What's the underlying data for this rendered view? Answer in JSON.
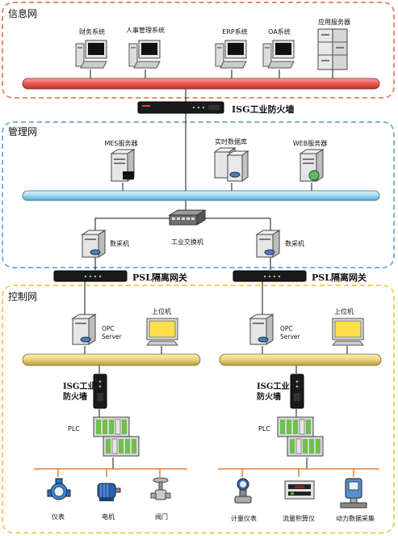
{
  "zones": {
    "info": {
      "title": "信息网"
    },
    "mgmt": {
      "title": "管理网"
    },
    "ctrl": {
      "title": "控制网"
    }
  },
  "info_net": {
    "nodes": [
      "财务系统",
      "人事管理系统",
      "ERP系统",
      "OA系统",
      "应用服务器"
    ]
  },
  "isg_main": {
    "label": "ISG工业防火墙"
  },
  "mgmt_net": {
    "nodes": [
      "MES服务器",
      "实时数据库",
      "WEB服务器"
    ],
    "switch": "工业交换机",
    "collectors": [
      "数采机",
      "数采机"
    ]
  },
  "psl": {
    "left": "PSL隔离网关",
    "right": "PSL隔离网关"
  },
  "ctrl_net": {
    "left": {
      "opc": "OPC\nServer",
      "hmi": "上位机",
      "isg": "ISG工业\n防火墙",
      "plc": "PLC",
      "devices": [
        "仪表",
        "电机",
        "阀门"
      ]
    },
    "right": {
      "opc": "OPC\nServer",
      "hmi": "上位机",
      "isg": "ISG工业\n防火墙",
      "plc": "PLC",
      "devices": [
        "计量仪表",
        "流量积算仪",
        "动力数据采集"
      ]
    }
  },
  "colors": {
    "info_border": "#f08878",
    "mgmt_border": "#7ab4dc",
    "ctrl_border": "#f0d060",
    "info_bus": "#e85a50",
    "mgmt_bus": "#9fd8ee",
    "ctrl_bus": "#ead27a"
  }
}
